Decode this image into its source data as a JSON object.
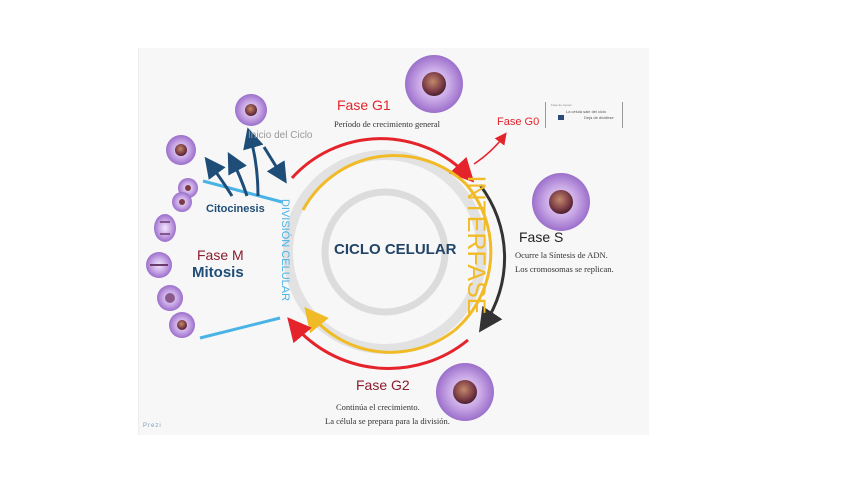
{
  "center": {
    "title": "CICLO CELULAR"
  },
  "labels": {
    "interfase": "INTERFASE",
    "division": "DIVISIÓN CELULAR",
    "inicio": "Inicio del Ciclo",
    "citocinesis": "Citocinesis",
    "fase_m": "Fase M",
    "mitosis": "Mitosis",
    "brand": "Prezi"
  },
  "phases": {
    "g1": {
      "title": "Fase G1",
      "desc": "Período de crecimiento general"
    },
    "g0": {
      "title": "Fase G0",
      "note1": "Fase de reposo",
      "note2": "La célula sale del ciclo",
      "note3": "Deja de dividirse"
    },
    "s": {
      "title": "Fase S",
      "desc1": "Ocurre la Síntesis de ADN.",
      "desc2": "Los cromosomas se replican."
    },
    "g2": {
      "title": "Fase G2",
      "desc1": "Continúa el crecimiento.",
      "desc2": "La célula se prepara para la división."
    }
  },
  "colors": {
    "red": "#e5232b",
    "yellow": "#f1bb27",
    "dark": "#333333",
    "blue": "#1e4d78",
    "light_blue": "#49b3e6",
    "cell": "#a07dd0",
    "nucleus": "#7a3b45",
    "text_dark": "#224466"
  }
}
